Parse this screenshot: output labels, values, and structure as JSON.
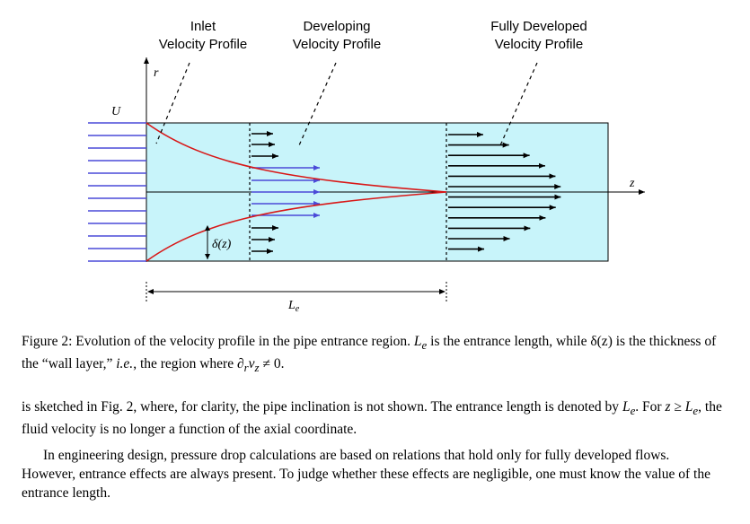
{
  "figure": {
    "labels": {
      "inlet_line1": "Inlet",
      "inlet_line2": "Velocity Profile",
      "developing_line1": "Developing",
      "developing_line2": "Velocity Profile",
      "developed_line1": "Fully Developed",
      "developed_line2": "Velocity Profile",
      "u": "U",
      "r": "r",
      "z": "z",
      "delta": "δ(z)",
      "le_main": "L",
      "le_sub": "e"
    },
    "colors": {
      "pipe_fill": "#c8f4fa",
      "inlet_arrows": "#4a4ad8",
      "developing_core_arrows": "#4a4ad8",
      "boundary_layer": "#d81818",
      "outline": "#000000"
    }
  },
  "caption": {
    "lead": "Figure 2: Evolution of the velocity profile in the pipe entrance region. ",
    "le": "L",
    "le_sub": "e",
    "mid": " is the entrance length, while ",
    "delta": "δ(z)",
    "tail1": " is the thickness of the “wall layer,” ",
    "ie": "i.e.",
    "tail2": ", the region where ∂",
    "r_sub": "r",
    "v": "v",
    "z_sub": "z",
    "tail3": " ≠ 0."
  },
  "paragraph1": {
    "text_a": "is sketched in Fig. 2, where, for clarity, the pipe inclination is not shown. The entrance length is denoted by ",
    "le": "L",
    "le_sub": "e",
    "text_b": ". For ",
    "z": "z",
    "text_c": " ≥ ",
    "le2": "L",
    "le2_sub": "e",
    "text_d": ", the fluid velocity is no longer a function of the axial coordinate."
  },
  "paragraph2": {
    "text": "In engineering design, pressure drop calculations are based on relations that hold only for fully developed flows. However, entrance effects are always present. To judge whether these effects are negligible, one must know the value of the entrance length."
  }
}
